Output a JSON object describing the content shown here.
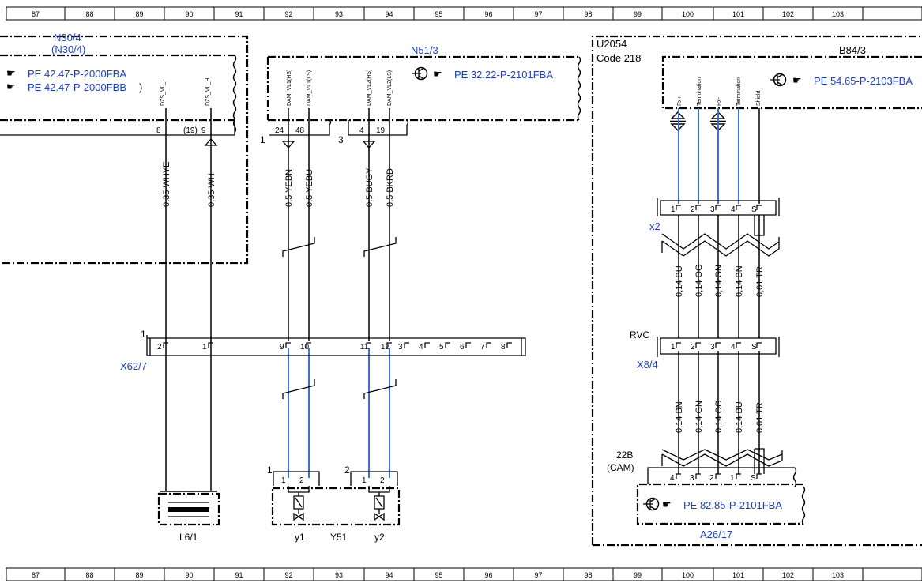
{
  "grid": {
    "columns": [
      "87",
      "88",
      "89",
      "90",
      "91",
      "92",
      "93",
      "94",
      "95",
      "96",
      "97",
      "98",
      "99",
      "100",
      "101",
      "102",
      "103"
    ]
  },
  "modules": {
    "n30_4": {
      "title": "N30/4",
      "alt": "(N30/4)",
      "ref1": "PE 42.47-P-2000FBA",
      "ref2": "PE 42.47-P-2000FBB",
      "ref2_suffix": ")"
    },
    "n51_3": {
      "title": "N51/3",
      "ref": "PE 32.22-P-2101FBA"
    },
    "u2054": {
      "title": "U2054",
      "code": "Code 218"
    },
    "b84_3": {
      "title": "B84/3",
      "ref": "PE 54.65-P-2103FBA"
    },
    "a26_17": {
      "title": "A26/17",
      "ref": "PE 82.85-P-2101FBA",
      "connector": "22B",
      "connector_sub": "(CAM)"
    }
  },
  "pins": {
    "n30": [
      {
        "label": "DZS_VL_L",
        "num": "8"
      },
      {
        "label": "DZS_VL_H",
        "num": "9",
        "prefix": "(19)"
      }
    ],
    "n51": [
      {
        "label": "DAM_VL1(HS)",
        "num": "24"
      },
      {
        "label": "DAM_VL1(LS)",
        "num": "48"
      },
      {
        "label": "DAM_VL2(HS)",
        "num": "4"
      },
      {
        "label": "DAM_VL2(LS)",
        "num": "19"
      }
    ],
    "group1": "1",
    "group3": "3",
    "b84": [
      "Rx+",
      "Termination",
      "Rx-",
      "Termination",
      "Shield"
    ]
  },
  "wires": {
    "n30": [
      "0,35 WHYE",
      "0,35 WH"
    ],
    "n51": [
      "0,5 YEBN",
      "0,5 YEBU",
      "0,5 BUGY",
      "0,5 BKRD"
    ],
    "upper_right": [
      "0,14 BU",
      "0,14 OG",
      "0,14 GN",
      "0,14 BN",
      "0,01 TR"
    ],
    "lower_right": [
      "0,14 BN",
      "0,14 GN",
      "0,14 OG",
      "0,14 BU",
      "0,01 TR"
    ]
  },
  "connectors": {
    "x2": {
      "label": "x2",
      "pins": [
        "1",
        "2",
        "3",
        "4",
        "S"
      ]
    },
    "x8_4": {
      "label": "X8/4",
      "name": "RVC",
      "pins": [
        "1",
        "2",
        "3",
        "4",
        "S"
      ]
    },
    "x62_7": {
      "label": "X62/7",
      "index": "1",
      "pins": [
        "2",
        "1",
        "9",
        "10",
        "11",
        "12",
        "3",
        "4",
        "5",
        "6",
        "7",
        "8"
      ]
    },
    "a26_pins": [
      "4",
      "3",
      "2",
      "1",
      "S"
    ]
  },
  "components": {
    "l6_1": "L6/1",
    "y51": {
      "label": "Y51",
      "y1": "y1",
      "y2": "y2",
      "n1": "1",
      "n2": "2",
      "p": [
        "1",
        "2",
        "1",
        "2"
      ]
    }
  }
}
